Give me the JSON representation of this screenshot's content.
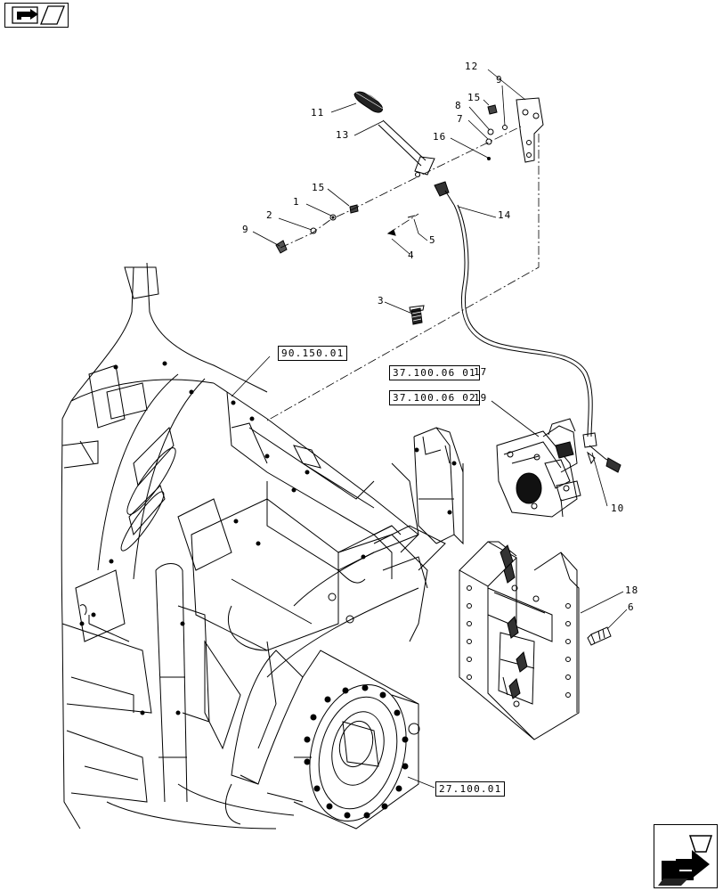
{
  "navigation": {
    "previous_icon": "arrow-left-icon",
    "next_icon": "arrow-right-icon"
  },
  "reference_links": [
    {
      "label": "90.150.01"
    },
    {
      "label": "37.100.06 01"
    },
    {
      "label": "37.100.06 02"
    },
    {
      "label": "27.100.01"
    }
  ],
  "callouts": [
    {
      "number": "12"
    },
    {
      "number": "9"
    },
    {
      "number": "15"
    },
    {
      "number": "8"
    },
    {
      "number": "7"
    },
    {
      "number": "16"
    },
    {
      "number": "11"
    },
    {
      "number": "13"
    },
    {
      "number": "15"
    },
    {
      "number": "1"
    },
    {
      "number": "2"
    },
    {
      "number": "9"
    },
    {
      "number": "14"
    },
    {
      "number": "5"
    },
    {
      "number": "4"
    },
    {
      "number": "3"
    },
    {
      "number": "17"
    },
    {
      "number": "19"
    },
    {
      "number": "10"
    },
    {
      "number": "18"
    },
    {
      "number": "6"
    }
  ]
}
